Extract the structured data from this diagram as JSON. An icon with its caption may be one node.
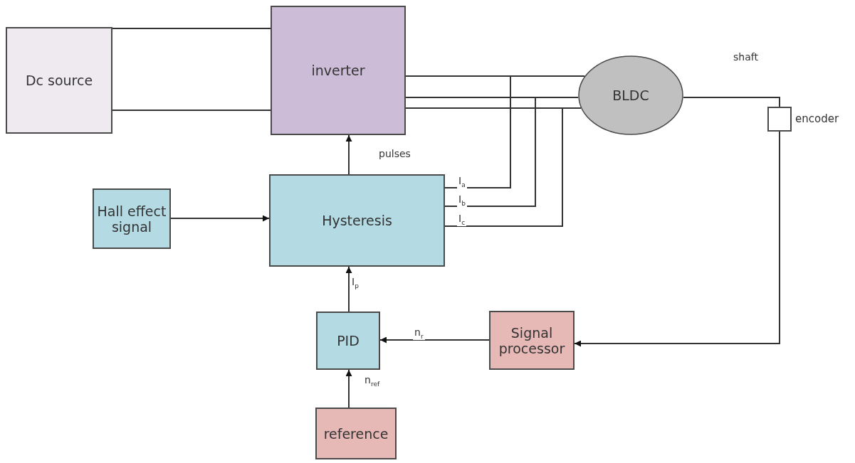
{
  "diagram": {
    "nodes": [
      {
        "text": [
          "Dc source"
        ]
      },
      {
        "text": [
          "inverter"
        ]
      },
      {
        "text": [
          "BLDC"
        ]
      },
      {
        "text": [],
        "shape": "box",
        "beside": [
          "encoder"
        ]
      },
      {
        "text": [
          "Hall effect signal"
        ]
      },
      {
        "text": [
          "Hysteresis"
        ]
      },
      {
        "text": [
          "PID"
        ]
      },
      {
        "text": [
          "Signal processor"
        ]
      },
      {
        "text": [
          "reference"
        ]
      }
    ],
    "edges": [
      {
        "from": 0,
        "to": 1,
        "arrow": "none"
      },
      {
        "from": 0,
        "to": 1,
        "arrow": "none"
      },
      {
        "from": 1,
        "to": 2,
        "arrow": "none"
      },
      {
        "from": 1,
        "to": 2,
        "arrow": "none"
      },
      {
        "from": 1,
        "to": 2,
        "arrow": "none"
      },
      {
        "from": 5,
        "to": 1,
        "arrow": "to",
        "label": "pulses"
      },
      {
        "from": 4,
        "to": 5,
        "arrow": "to"
      },
      {
        "from": 5,
        "to": 2,
        "arrow": "none",
        "label": "I$_{a}$"
      },
      {
        "from": 5,
        "to": 2,
        "arrow": "none",
        "label": "I$_{b}$"
      },
      {
        "from": 5,
        "to": 2,
        "arrow": "none",
        "label": "I$_{c}$"
      },
      {
        "from": 6,
        "to": 5,
        "arrow": "to",
        "label": "I$_{p}$"
      },
      {
        "from": 2,
        "to": 3,
        "arrow": "none",
        "label": "shaft"
      },
      {
        "from": 3,
        "to": 7,
        "arrow": "to"
      },
      {
        "from": 7,
        "to": 6,
        "arrow": "to",
        "label": "n$_{r}$"
      },
      {
        "from": 8,
        "to": 6,
        "arrow": "to",
        "label": "n$_{ref}$"
      }
    ]
  }
}
